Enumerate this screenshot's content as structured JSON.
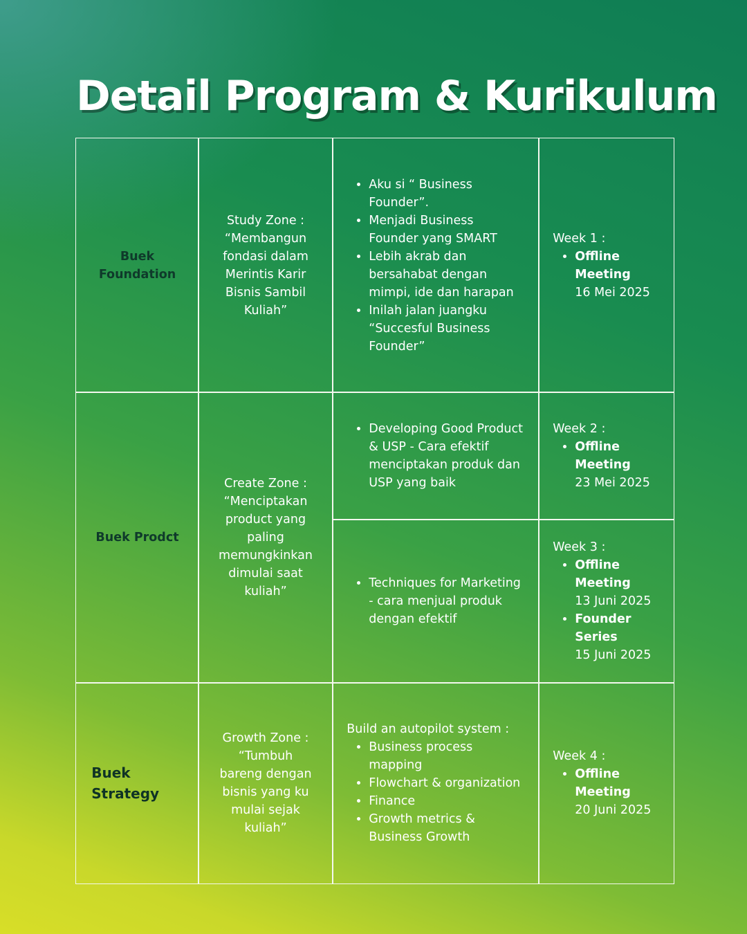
{
  "title": "Detail Program & Kurikulum",
  "rows": [
    {
      "label_line1": "Buek",
      "label_line2": "Foundation",
      "zone_line1": "Study Zone :",
      "zone_line2": "“Membangun",
      "zone_line3": "fondasi dalam",
      "zone_line4": "Merintis Karir",
      "zone_line5": "Bisnis Sambil",
      "zone_line6": "Kuliah”",
      "topics": [
        "Aku si “ Business Founder”.",
        "Menjadi Business Founder yang SMART",
        "Lebih akrab dan bersahabat dengan mimpi, ide dan harapan",
        "Inilah jalan juangku “Succesful Business Founder”"
      ],
      "week": "Week 1 :",
      "events": [
        {
          "name_line1": "Offline",
          "name_line2": "Meeting",
          "date": "16 Mei 2025"
        }
      ]
    },
    {
      "label": "Buek Prodct",
      "zone_line1": "Create Zone :",
      "zone_line2": "“Menciptakan",
      "zone_line3": "product yang",
      "zone_line4": "paling",
      "zone_line5": "memungkinkan",
      "zone_line6": "dimulai saat",
      "zone_line7": "kuliah”",
      "sub": [
        {
          "topics": [
            "Developing Good Product & USP - Cara efektif menciptakan produk dan USP yang baik"
          ],
          "week": "Week 2 :",
          "events": [
            {
              "name_line1": "Offline",
              "name_line2": "Meeting",
              "date": "23 Mei 2025"
            }
          ]
        },
        {
          "topics": [
            "Techniques for Marketing - cara menjual produk dengan efektif"
          ],
          "week": "Week 3 :",
          "events": [
            {
              "name_line1": "Offline",
              "name_line2": "Meeting",
              "date": "13 Juni 2025"
            },
            {
              "name_line1": "Founder",
              "name_line2": "Series",
              "date": "15 Juni 2025"
            }
          ]
        }
      ]
    },
    {
      "label_line1": "Buek",
      "label_line2": "Strategy",
      "zone_line1": "Growth Zone :",
      "zone_line2": "“Tumbuh",
      "zone_line3": "bareng dengan",
      "zone_line4": "bisnis yang ku",
      "zone_line5": "mulai sejak",
      "zone_line6": "kuliah”",
      "topics_intro": "Build an autopilot system :",
      "topics": [
        "Business process mapping",
        "Flowchart & organization",
        "Finance",
        "Growth metrics & Business Growth"
      ],
      "week": "Week 4 :",
      "events": [
        {
          "name_line1": "Offline",
          "name_line2": "Meeting",
          "date": "20 Juni 2025"
        }
      ]
    }
  ]
}
